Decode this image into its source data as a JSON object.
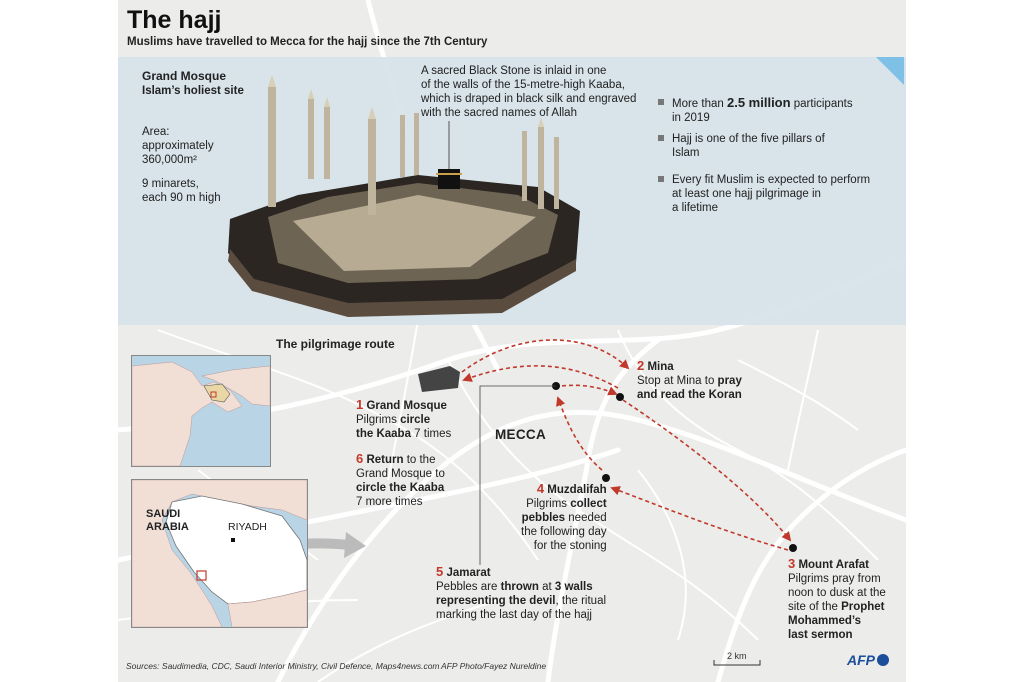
{
  "header": {
    "title": "The hajj",
    "subtitle": "Muslims have travelled to Mecca for the hajj since the 7th Century"
  },
  "mosque": {
    "name": "Grand Mosque",
    "tagline": "Islam’s holiest site",
    "area_lines": [
      "Area:",
      "approximately",
      "360,000m²"
    ],
    "minaret_lines": [
      "9 minarets,",
      "each 90 m high"
    ],
    "kaaba_note_lines": [
      "A sacred Black Stone is inlaid in one",
      "of the walls of the 15-metre-high Kaaba,",
      "which is draped in black silk and engraved",
      "with the sacred names of Allah"
    ]
  },
  "facts": {
    "fact1_pre": "More than ",
    "fact1_bold": "2.5 million",
    "fact1_post": " participants",
    "fact1_line2": "in 2019",
    "fact2_lines": [
      "Hajj is one of the five pillars of",
      "Islam"
    ],
    "fact3_lines": [
      "Every fit Muslim is expected to perform",
      "at least one hajj pilgrimage in",
      "a lifetime"
    ]
  },
  "route": {
    "title": "The pilgrimage route",
    "city": "MECCA",
    "step1": {
      "num": "1",
      "name": "Grand Mosque",
      "l2_pre": "Pilgrims ",
      "l2_bold": "circle",
      "l3_bold": "the Kaaba",
      "l3_post": " 7 times"
    },
    "step2": {
      "num": "2",
      "name": "Mina",
      "l2_pre": "Stop at Mina to ",
      "l2_bold": "pray",
      "l3_bold": "and read the Koran"
    },
    "step3": {
      "num": "3",
      "name": "Mount Arafat",
      "l2": "Pilgrims pray from",
      "l3": "noon to dusk at the",
      "l4_pre": "site of the ",
      "l4_bold": "Prophet",
      "l5_bold": "Mohammed’s",
      "l6_bold": "last sermon"
    },
    "step4": {
      "num": "4",
      "name": "Muzdalifah",
      "l2_pre": "Pilgrims ",
      "l2_bold": "collect",
      "l3_bold": "pebbles",
      "l3_post": " needed",
      "l4": "the following day",
      "l5": "for the stoning"
    },
    "step5": {
      "num": "5",
      "name": "Jamarat",
      "l2_pre": "Pebbles are ",
      "l2_bold": "thrown",
      "l2_mid": " at ",
      "l2_bold2": "3 walls",
      "l3_bold": "representing the devil",
      "l3_post": ", the ritual",
      "l4": "marking the last day of the hajj"
    },
    "step6": {
      "num": "6",
      "name": "Return",
      "l1_post": " to the",
      "l2": "Grand Mosque to",
      "l3_bold": "circle the Kaaba",
      "l4": "7 more times"
    }
  },
  "inset": {
    "country_line1": "SAUDI",
    "country_line2": "ARABIA",
    "capital": "RIYADH"
  },
  "footer": {
    "sources": "Sources: Saudimedia, CDC, Saudi Interior Ministry, Civil Defence, Maps4news.com",
    "photo_credit": "AFP Photo/Fayez Nureldine",
    "scale": "2 km",
    "logo": "AFP"
  },
  "colors": {
    "route_red": "#c0392b",
    "panel_blue": "#d6e2e9",
    "sea": "#b9d4e4",
    "land": "#f1dfd6",
    "logo_blue": "#1b4e9b"
  }
}
